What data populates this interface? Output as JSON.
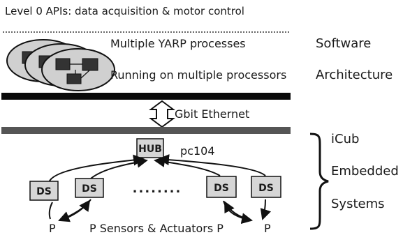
{
  "title": "Level 0 APIs: data acquisition & motor control",
  "processes": {
    "line1": "Multiple YARP processes",
    "line2": "Running on multiple processors"
  },
  "right_labels": {
    "software": "Software",
    "architecture": "Architecture"
  },
  "network": {
    "label": "Gbit Ethernet"
  },
  "hub": {
    "label": "HUB",
    "caption": "pc104"
  },
  "ds_boxes": [
    "DS",
    "DS",
    "DS",
    "DS"
  ],
  "ellipsis": "........",
  "sensors": {
    "left_p": "P",
    "middle": "P Sensors & Actuators P",
    "right_p": "P"
  },
  "embedded": {
    "line1": "iCub",
    "line2": "Embedded",
    "line3": "Systems"
  },
  "colors": {
    "bar": "#0a0a0a",
    "network_bar": "#555555",
    "box_fill": "#d6d6d6",
    "ellipse_fill": "#d0d0d0"
  }
}
